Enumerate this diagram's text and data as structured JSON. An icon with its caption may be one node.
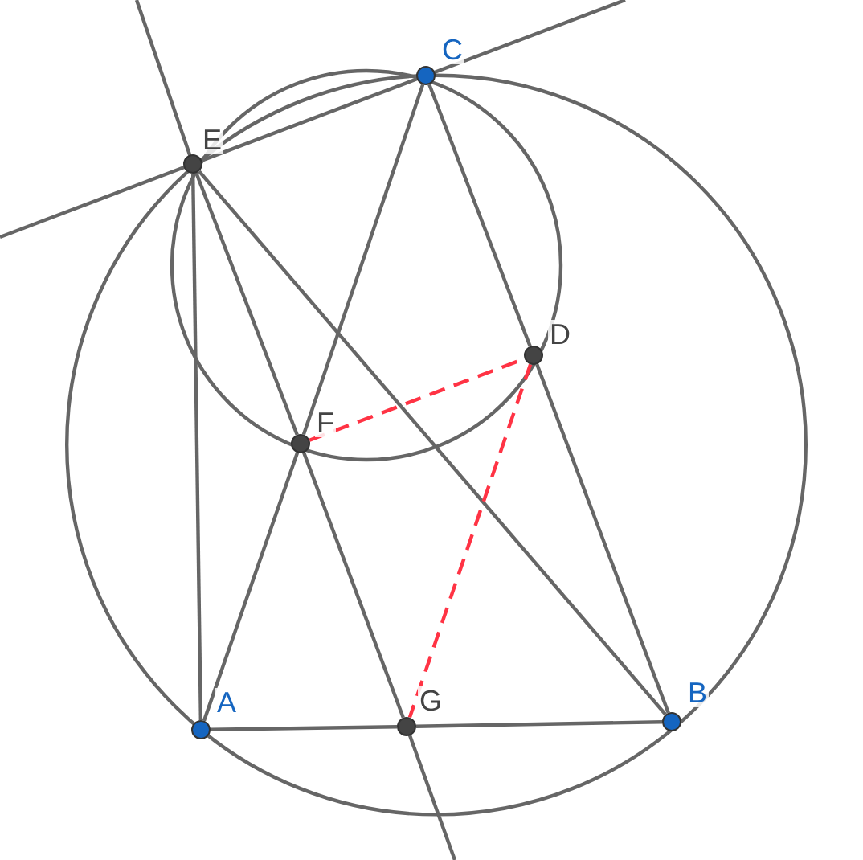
{
  "diagram": {
    "nodes": [
      {
        "text": [
          "C"
        ]
      },
      {
        "text": [
          "E"
        ]
      },
      {
        "text": [
          "D"
        ]
      },
      {
        "text": [
          "F"
        ]
      },
      {
        "text": [
          "A"
        ]
      },
      {
        "text": [
          "G"
        ]
      },
      {
        "text": [
          "B"
        ]
      }
    ],
    "edges": [
      {
        "from": 1,
        "to": 0,
        "arrow": "none"
      },
      {
        "from": 1,
        "to": 3,
        "arrow": "none"
      },
      {
        "from": 3,
        "to": 5,
        "arrow": "none"
      },
      {
        "from": 1,
        "to": 4,
        "arrow": "none"
      },
      {
        "from": 1,
        "to": 6,
        "arrow": "none"
      },
      {
        "from": 0,
        "to": 3,
        "arrow": "none"
      },
      {
        "from": 3,
        "to": 4,
        "arrow": "none"
      },
      {
        "from": 0,
        "to": 2,
        "arrow": "none"
      },
      {
        "from": 2,
        "to": 6,
        "arrow": "none"
      },
      {
        "from": 4,
        "to": 5,
        "arrow": "none"
      },
      {
        "from": 5,
        "to": 6,
        "arrow": "none"
      },
      {
        "from": 3,
        "to": 2,
        "arrow": "none",
        "style": "dashed",
        "color": "#ff3344"
      },
      {
        "from": 2,
        "to": 5,
        "arrow": "none",
        "style": "dashed",
        "color": "#ff3344"
      }
    ]
  }
}
